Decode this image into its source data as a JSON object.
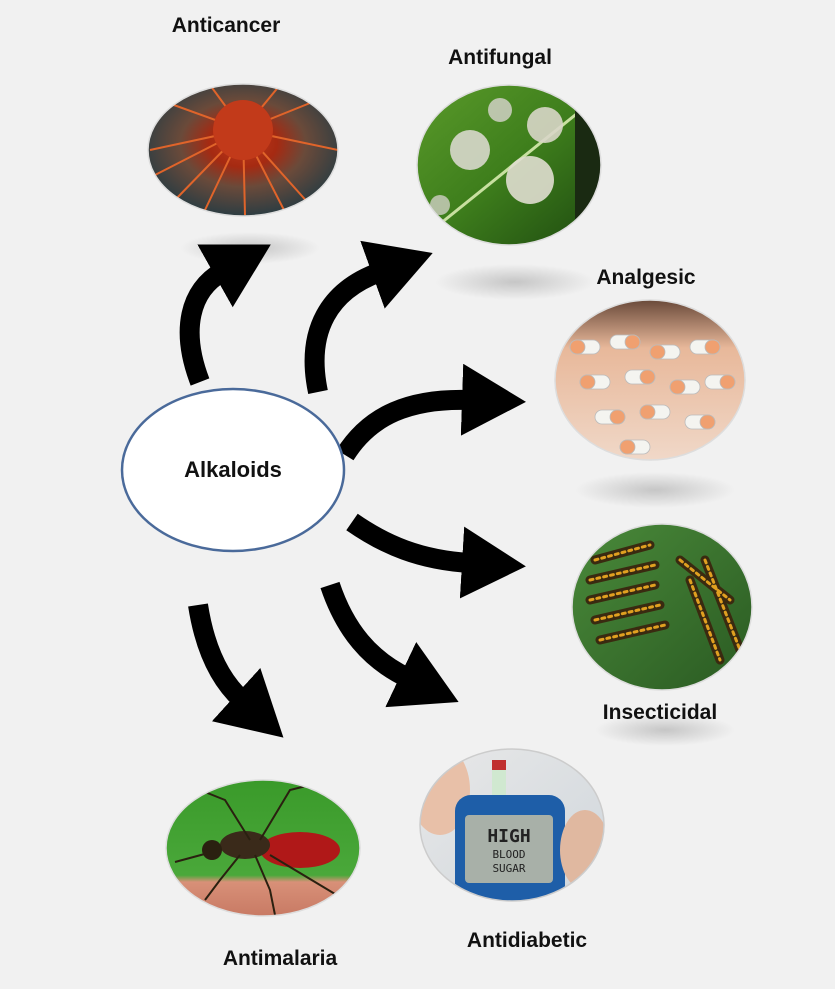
{
  "center": {
    "label": "Alkaloids",
    "border_color": "#4a6a9a"
  },
  "activities": [
    {
      "id": "anticancer",
      "label": "Anticancer",
      "image": "cancer-cell"
    },
    {
      "id": "antifungal",
      "label": "Antifungal",
      "image": "fungal-leaf"
    },
    {
      "id": "analgesic",
      "label": "Analgesic",
      "image": "capsules"
    },
    {
      "id": "insecticidal",
      "label": "Insecticidal",
      "image": "caterpillars"
    },
    {
      "id": "antidiabetic",
      "label": "Antidiabetic",
      "image": "glucometer"
    },
    {
      "id": "antimalaria",
      "label": "Antimalaria",
      "image": "mosquito"
    }
  ],
  "glucometer_screen": {
    "line1": "HIGH",
    "line2": "BLOOD",
    "line3": "SUGAR"
  }
}
